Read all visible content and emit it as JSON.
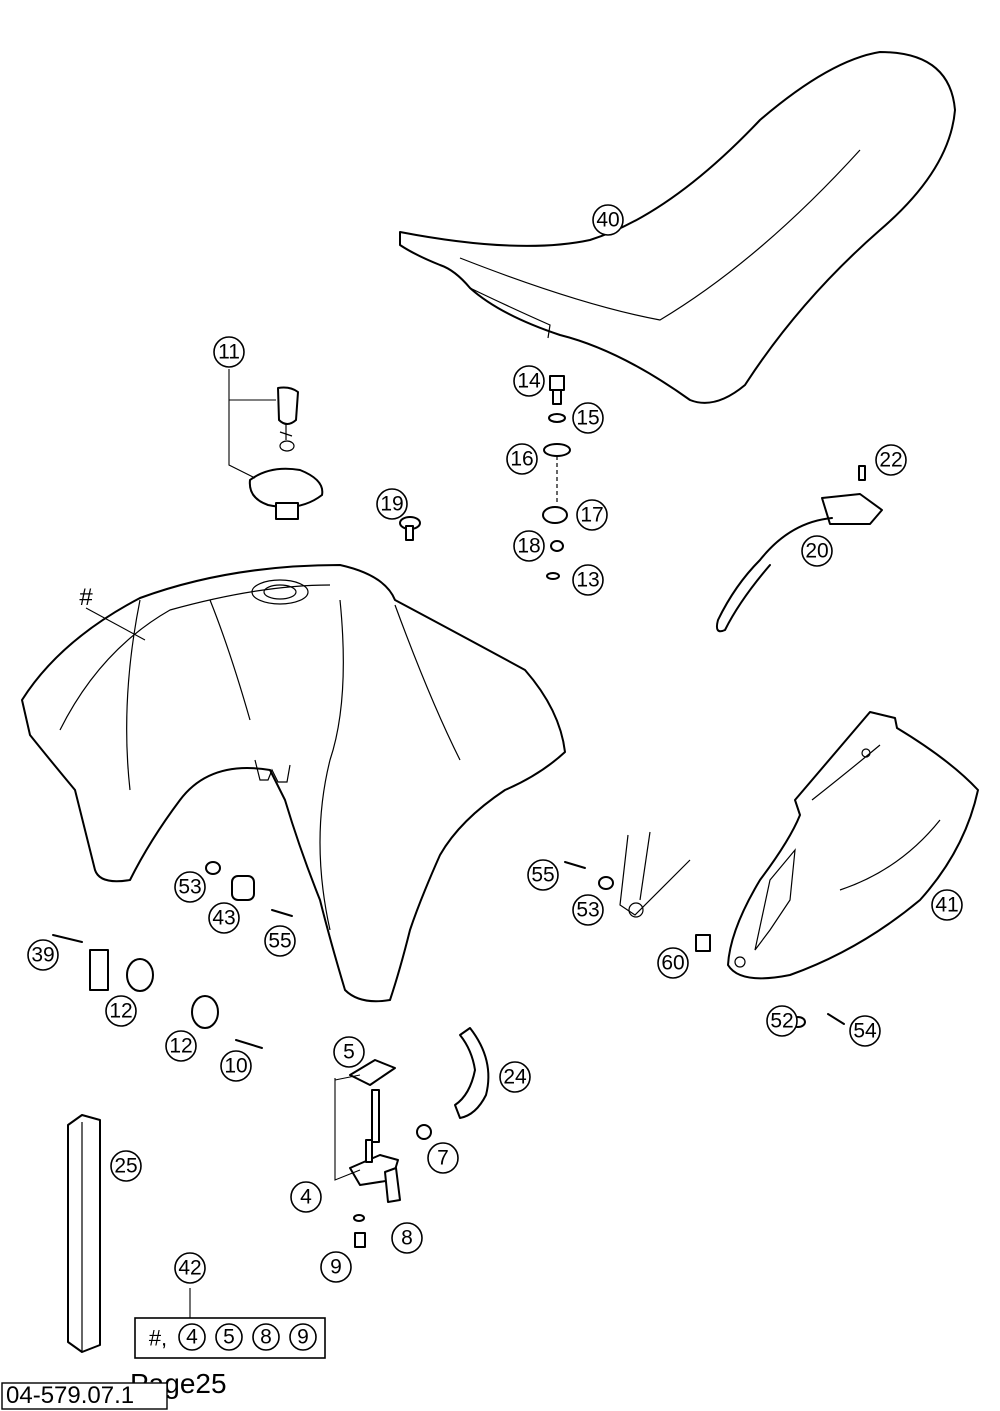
{
  "diagram": {
    "hash_label": "#",
    "page_label": "Page25",
    "drawing_number": "04-579.07.1",
    "kit": {
      "prefix": "#,",
      "items": [
        "4",
        "5",
        "8",
        "9"
      ]
    },
    "callouts": {
      "c40": "40",
      "c11": "11",
      "c14": "14",
      "c15": "15",
      "c16": "16",
      "c17": "17",
      "c18": "18",
      "c13": "13",
      "c19": "19",
      "c22": "22",
      "c20": "20",
      "c53a": "53",
      "c43": "43",
      "c55a": "55",
      "c39": "39",
      "c12a": "12",
      "c12b": "12",
      "c10": "10",
      "c5": "5",
      "c24": "24",
      "c7": "7",
      "c4": "4",
      "c8": "8",
      "c9": "9",
      "c25": "25",
      "c42": "42",
      "c55b": "55",
      "c53b": "53",
      "c60": "60",
      "c41": "41",
      "c52": "52",
      "c54": "54"
    }
  }
}
